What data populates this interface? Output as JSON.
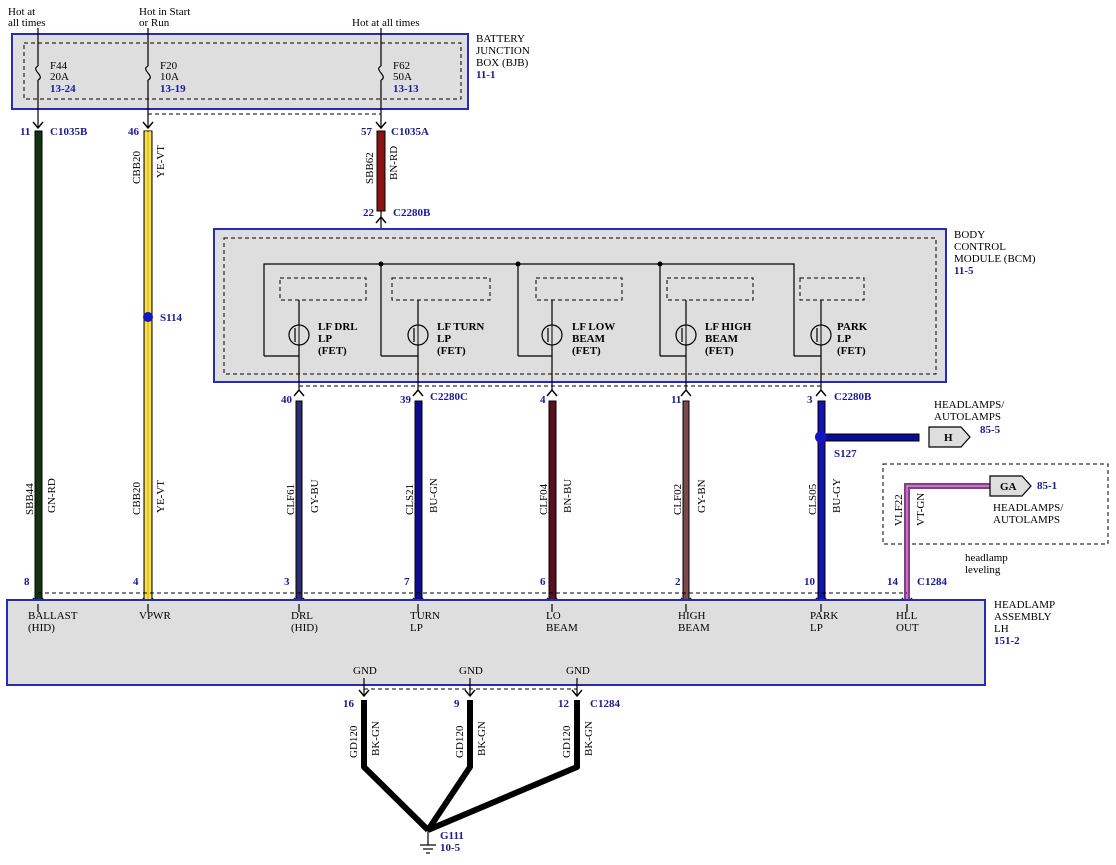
{
  "top_notes": {
    "hot_all_1": "Hot at",
    "hot_all_2": "all times",
    "hot_run_1": "Hot in Start",
    "hot_run_2": "or Run",
    "hot_all_3": "Hot at all times"
  },
  "bjb": {
    "label_1": "BATTERY",
    "label_2": "JUNCTION",
    "label_3": "BOX (BJB)",
    "ref": "11-1",
    "fuses": [
      {
        "name": "F44",
        "amps": "20A",
        "ref": "13-24"
      },
      {
        "name": "F20",
        "amps": "10A",
        "ref": "13-19"
      },
      {
        "name": "F62",
        "amps": "50A",
        "ref": "13-13"
      }
    ]
  },
  "bcm": {
    "label_1": "BODY",
    "label_2": "CONTROL",
    "label_3": "MODULE (BCM)",
    "ref": "11-5",
    "in_pin": "22",
    "in_conn": "C2280B",
    "fets": [
      {
        "l1": "LF DRL",
        "l2": "LP",
        "l3": "(FET)"
      },
      {
        "l1": "LF TURN",
        "l2": "LP",
        "l3": "(FET)"
      },
      {
        "l1": "LF LOW",
        "l2": "BEAM",
        "l3": "(FET)"
      },
      {
        "l1": "LF HIGH",
        "l2": "BEAM",
        "l3": "(FET)"
      },
      {
        "l1": "PARK",
        "l2": "LP",
        "l3": "(FET)"
      }
    ]
  },
  "upper_wires": [
    {
      "pin": "11",
      "conn": "C1035B",
      "circuit": "",
      "color": ""
    },
    {
      "pin": "46",
      "conn": "",
      "circuit": "CBB20",
      "color": "YE-VT"
    },
    {
      "pin": "57",
      "conn": "C1035A",
      "circuit": "SBB62",
      "color": "BN-RD"
    }
  ],
  "splices": {
    "s114": "S114",
    "s127": "S127"
  },
  "bcm_out_pins": [
    {
      "pin": "40",
      "conn": ""
    },
    {
      "pin": "39",
      "conn": "C2280C"
    },
    {
      "pin": "4",
      "conn": ""
    },
    {
      "pin": "11",
      "conn": ""
    },
    {
      "pin": "3",
      "conn": "C2280B"
    }
  ],
  "lower_wires": [
    {
      "circuit": "SBB44",
      "color": "GN-RD"
    },
    {
      "circuit": "CBB20",
      "color": "YE-VT"
    },
    {
      "circuit": "CLF61",
      "color": "GY-BU"
    },
    {
      "circuit": "CLS21",
      "color": "BU-GN"
    },
    {
      "circuit": "CLF04",
      "color": "BN-BU"
    },
    {
      "circuit": "CLF02",
      "color": "GY-BN"
    },
    {
      "circuit": "CLS05",
      "color": "BU-GY"
    },
    {
      "circuit": "VLF22",
      "color": "VT-GN"
    }
  ],
  "headlamp_pins": [
    "8",
    "4",
    "3",
    "7",
    "6",
    "2",
    "10",
    "14"
  ],
  "headlamp_pin_conn": "C1284",
  "headlamp": {
    "label_1": "HEADLAMP",
    "label_2": "ASSEMBLY",
    "label_3": "LH",
    "ref": "151-2",
    "terminals": [
      {
        "l1": "BALLAST",
        "l2": "(HID)"
      },
      {
        "l1": "VPWR",
        "l2": ""
      },
      {
        "l1": "DRL",
        "l2": "(HID)"
      },
      {
        "l1": "TURN",
        "l2": "LP"
      },
      {
        "l1": "LO",
        "l2": "BEAM"
      },
      {
        "l1": "HIGH",
        "l2": "BEAM"
      },
      {
        "l1": "PARK",
        "l2": "LP"
      },
      {
        "l1": "HLL",
        "l2": "OUT"
      }
    ],
    "gnd_labels": [
      "GND",
      "GND",
      "GND"
    ]
  },
  "ground": {
    "pins": [
      "16",
      "9",
      "12"
    ],
    "conn": "C1284",
    "circuit": "GD120",
    "color": "BK-GN",
    "name": "G111",
    "ref": "10-5"
  },
  "offpage": {
    "h_letter": "H",
    "h_ref": "85-5",
    "h_l1": "HEADLAMPS/",
    "h_l2": "AUTOLAMPS",
    "ga_letter": "GA",
    "ga_ref": "85-1",
    "ga_l1": "HEADLAMPS/",
    "ga_l2": "AUTOLAMPS",
    "level_1": "headlamp",
    "level_2": "leveling"
  },
  "colors": {
    "module_fill": "#dedede",
    "module_border": "#2a2ab8",
    "ref_text": "#1a1a99",
    "GN-RD": "#123312",
    "YE-VT": "#e8c81c",
    "BN-RD": "#8a1414",
    "GY-BU": "#2e2e6e",
    "BU-GN": "#0c0c90",
    "BN-BU": "#5a1020",
    "GY-BN": "#7a4a4a",
    "BU-GY": "#1414b0",
    "VT-GN": "#8a3a8a",
    "BK-GN": "#000000"
  }
}
